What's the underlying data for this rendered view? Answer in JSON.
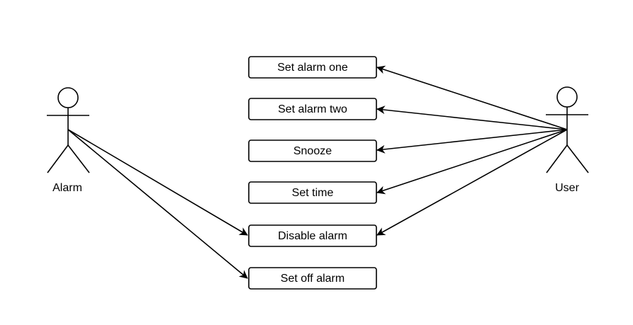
{
  "actors": {
    "alarm": {
      "label": "Alarm"
    },
    "user": {
      "label": "User"
    }
  },
  "use_cases": [
    {
      "id": "set-alarm-one",
      "label": "Set alarm one"
    },
    {
      "id": "set-alarm-two",
      "label": "Set alarm two"
    },
    {
      "id": "snooze",
      "label": "Snooze"
    },
    {
      "id": "set-time",
      "label": "Set time"
    },
    {
      "id": "disable-alarm",
      "label": "Disable alarm"
    },
    {
      "id": "set-off-alarm",
      "label": "Set off alarm"
    }
  ],
  "associations": [
    {
      "from": "user",
      "to": "set-alarm-one"
    },
    {
      "from": "user",
      "to": "set-alarm-two"
    },
    {
      "from": "user",
      "to": "snooze"
    },
    {
      "from": "user",
      "to": "set-time"
    },
    {
      "from": "user",
      "to": "disable-alarm"
    },
    {
      "from": "alarm",
      "to": "disable-alarm"
    },
    {
      "from": "alarm",
      "to": "set-off-alarm"
    }
  ],
  "colors": {
    "stroke": "#000000",
    "background": "#ffffff"
  }
}
